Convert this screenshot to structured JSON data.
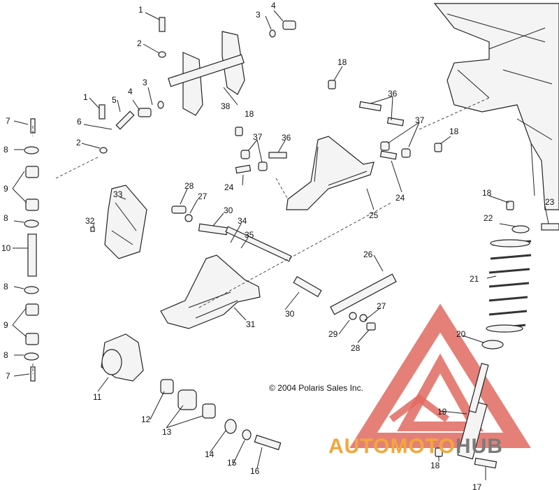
{
  "copyright": "© 2004 Polaris Sales Inc.",
  "watermark": {
    "part1": "AUTOMOTO",
    "part2": "HUB",
    "color_part1": "#f2a73b",
    "color_part2": "#7a7a7a",
    "logo_color": "#e06a60"
  },
  "callouts": [
    {
      "id": "c1a",
      "text": "1"
    },
    {
      "id": "c1b",
      "text": "1"
    },
    {
      "id": "c2a",
      "text": "2"
    },
    {
      "id": "c2b",
      "text": "2"
    },
    {
      "id": "c3a",
      "text": "3"
    },
    {
      "id": "c3b",
      "text": "3"
    },
    {
      "id": "c4a",
      "text": "4"
    },
    {
      "id": "c4b",
      "text": "4"
    },
    {
      "id": "c5",
      "text": "5"
    },
    {
      "id": "c6",
      "text": "6"
    },
    {
      "id": "c7a",
      "text": "7"
    },
    {
      "id": "c7b",
      "text": "7"
    },
    {
      "id": "c8a",
      "text": "8"
    },
    {
      "id": "c8b",
      "text": "8"
    },
    {
      "id": "c8c",
      "text": "8"
    },
    {
      "id": "c8d",
      "text": "8"
    },
    {
      "id": "c9a",
      "text": "9"
    },
    {
      "id": "c9b",
      "text": "9"
    },
    {
      "id": "c10",
      "text": "10"
    },
    {
      "id": "c11",
      "text": "11"
    },
    {
      "id": "c12",
      "text": "12"
    },
    {
      "id": "c13",
      "text": "13"
    },
    {
      "id": "c14",
      "text": "14"
    },
    {
      "id": "c15",
      "text": "15"
    },
    {
      "id": "c16",
      "text": "16"
    },
    {
      "id": "c17",
      "text": "17"
    },
    {
      "id": "c18a",
      "text": "18"
    },
    {
      "id": "c18b",
      "text": "18"
    },
    {
      "id": "c18c",
      "text": "18"
    },
    {
      "id": "c18d",
      "text": "18"
    },
    {
      "id": "c18e",
      "text": "18"
    },
    {
      "id": "c19",
      "text": "19"
    },
    {
      "id": "c20",
      "text": "20"
    },
    {
      "id": "c21",
      "text": "21"
    },
    {
      "id": "c22",
      "text": "22"
    },
    {
      "id": "c23",
      "text": "23"
    },
    {
      "id": "c24a",
      "text": "24"
    },
    {
      "id": "c24b",
      "text": "24"
    },
    {
      "id": "c25",
      "text": "25"
    },
    {
      "id": "c26",
      "text": "26"
    },
    {
      "id": "c27a",
      "text": "27"
    },
    {
      "id": "c27b",
      "text": "27"
    },
    {
      "id": "c28a",
      "text": "28"
    },
    {
      "id": "c28b",
      "text": "28"
    },
    {
      "id": "c29",
      "text": "29"
    },
    {
      "id": "c30a",
      "text": "30"
    },
    {
      "id": "c30b",
      "text": "30"
    },
    {
      "id": "c31",
      "text": "31"
    },
    {
      "id": "c32",
      "text": "32"
    },
    {
      "id": "c33",
      "text": "33"
    },
    {
      "id": "c34",
      "text": "34"
    },
    {
      "id": "c35",
      "text": "35"
    },
    {
      "id": "c36a",
      "text": "36"
    },
    {
      "id": "c36b",
      "text": "36"
    },
    {
      "id": "c37a",
      "text": "37"
    },
    {
      "id": "c37b",
      "text": "37"
    },
    {
      "id": "c38",
      "text": "38"
    }
  ]
}
